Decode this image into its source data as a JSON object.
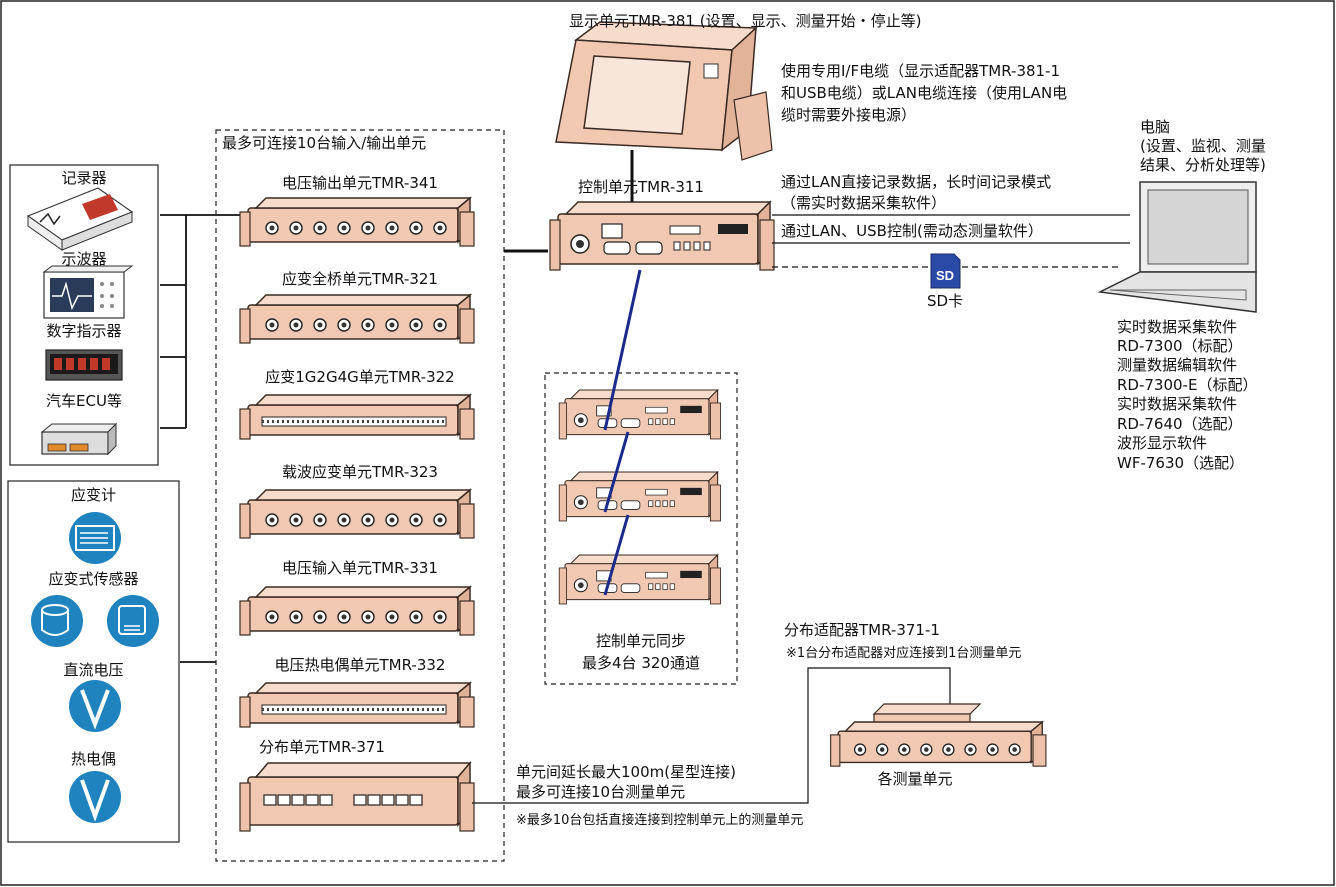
{
  "display_unit": {
    "title": "显示单元TMR-381 (设置、显示、测量开始・停止等)",
    "conn_note": [
      "使用专用I/F电缆（显示适配器TMR-381-1",
      "和USB电缆）或LAN电缆连接（使用LAN电",
      "缆时需要外接电源）"
    ]
  },
  "io_group": {
    "title": "最多可连接10台输入/输出单元",
    "units": [
      "电压输出单元TMR-341",
      "应变全桥单元TMR-321",
      "应变1G2G4G单元TMR-322",
      "载波应变单元TMR-323",
      "电压输入单元TMR-331",
      "电压热电偶单元TMR-332",
      "分布单元TMR-371"
    ]
  },
  "output_devices": [
    "记录器",
    "示波器",
    "数字指示器",
    "汽车ECU等"
  ],
  "sensors": [
    "应变计",
    "应变式传感器",
    "直流电压",
    "热电偶"
  ],
  "control_unit": {
    "title": "控制单元TMR-311"
  },
  "sync_group": {
    "lines": [
      "控制单元同步",
      "最多4台 320通道"
    ]
  },
  "pc": {
    "title": [
      "电脑",
      "(设置、监视、测量",
      "结果、分析处理等)"
    ],
    "software": [
      "实时数据采集软件",
      "RD-7300（标配）",
      "测量数据编辑软件",
      "RD-7300-E（标配）",
      "实时数据采集软件",
      "RD-7640（选配）",
      "波形显示软件",
      "WF-7630（选配）"
    ]
  },
  "links": {
    "lan_record": [
      "通过LAN直接记录数据，长时间记录模式",
      "（需实时数据采集软件）"
    ],
    "lan_usb": "通过LAN、USB控制(需动态测量软件）",
    "sd_icon": "SD",
    "sd_label": "SD卡"
  },
  "distribution": {
    "extend": [
      "单元间延长最大100m(星型连接)",
      "最多可连接10台测量单元"
    ],
    "note": "※最多10台包括直接连接到控制单元上的测量单元",
    "adapter_title": "分布适配器TMR-371-1",
    "adapter_note": "※1台分布适配器对应连接到1台测量单元",
    "measure_label": "各测量单元"
  },
  "colors": {
    "device_body": "#f1c9b3",
    "device_edge": "#3a2a22",
    "sensor_blue": "#1f83bf",
    "sync_cable": "#1a2a8a"
  }
}
